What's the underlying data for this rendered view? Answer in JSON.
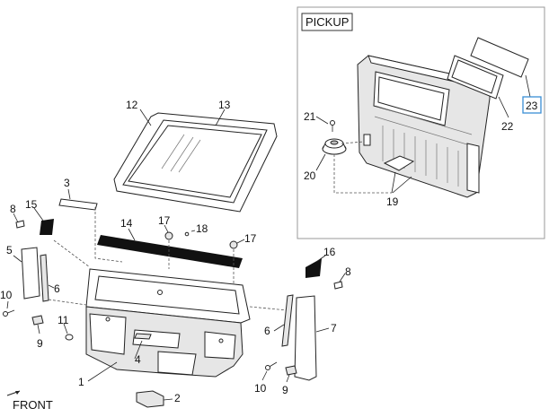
{
  "inset": {
    "title": "PICKUP"
  },
  "front_label": "FRONT",
  "callouts": {
    "c1": "1",
    "c2": "2",
    "c3": "3",
    "c4": "4",
    "c5": "5",
    "c6a": "6",
    "c6b": "6",
    "c7": "7",
    "c8a": "8",
    "c8b": "8",
    "c9a": "9",
    "c9b": "9",
    "c10a": "10",
    "c10b": "10",
    "c11": "11",
    "c12": "12",
    "c13": "13",
    "c14": "14",
    "c15": "15",
    "c16": "16",
    "c17a": "17",
    "c17b": "17",
    "c18": "18",
    "c19": "19",
    "c20": "20",
    "c21": "21",
    "c22": "22",
    "c23": "23"
  },
  "highlight_color": "#3a8fd6",
  "parts_color": "#222222",
  "seal_color": "#111111"
}
